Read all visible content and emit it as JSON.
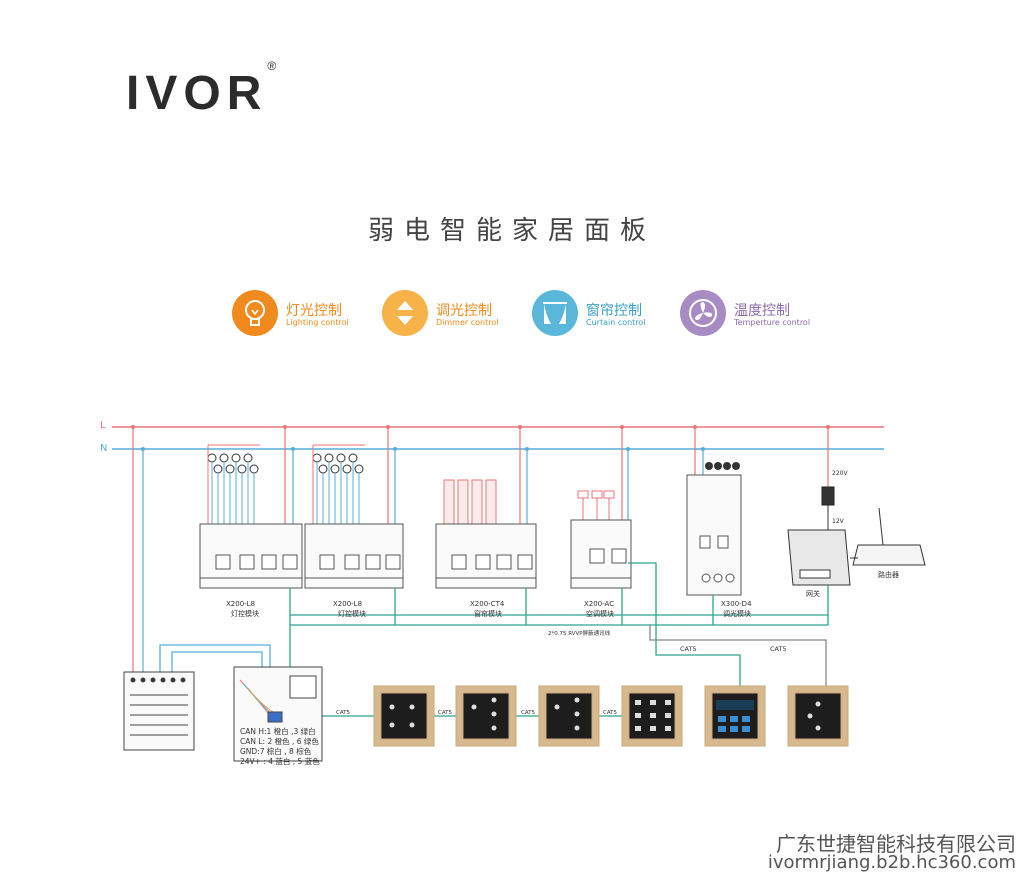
{
  "logo": {
    "text": "IVOR",
    "reg": "®"
  },
  "title": "弱电智能家居面板",
  "features": [
    {
      "zh": "灯光控制",
      "en": "Lighting control",
      "color": "#F08A1E",
      "icon": "bulb-icon"
    },
    {
      "zh": "调光控制",
      "en": "Dimmer control",
      "color": "#F7B24A",
      "icon": "updown-arrows-icon"
    },
    {
      "zh": "窗帘控制",
      "en": "Curtain control",
      "color": "#5BB7D9",
      "icon": "curtain-icon"
    },
    {
      "zh": "温度控制",
      "en": "Temperture control",
      "color": "#A98BC4",
      "icon": "fan-icon"
    }
  ],
  "lines": {
    "L": "L",
    "N": "N",
    "l_color": "#E8767A",
    "n_color": "#57AEDB",
    "bus_color": "#2FA58E"
  },
  "modules": [
    {
      "model": "X200-L8",
      "name": "灯控模块"
    },
    {
      "model": "X200-L8",
      "name": "灯控模块"
    },
    {
      "model": "X200-CT4",
      "name": "窗帘模块"
    },
    {
      "model": "X200-AC",
      "name": "空调模块"
    },
    {
      "model": "X300-D4",
      "name": "调光模块"
    }
  ],
  "gateway": {
    "name": "网关",
    "v220": "220V",
    "v12": "12V"
  },
  "router": {
    "name": "路由器"
  },
  "bus_note": "2*0.75 RVVP屏蔽通讯线",
  "cat5": "CAT5",
  "cable_note": [
    "CAN H:1 橙白 ,3 绿白",
    "CAN L: 2 橙色 , 6 绿色",
    "GND:7 棕白 , 8 棕色",
    "24V+ : 4 蓝白 , 5 蓝色"
  ],
  "footer": {
    "company": "广东世捷智能科技有限公司",
    "url": "ivormrjiang.b2b.hc360.com"
  }
}
